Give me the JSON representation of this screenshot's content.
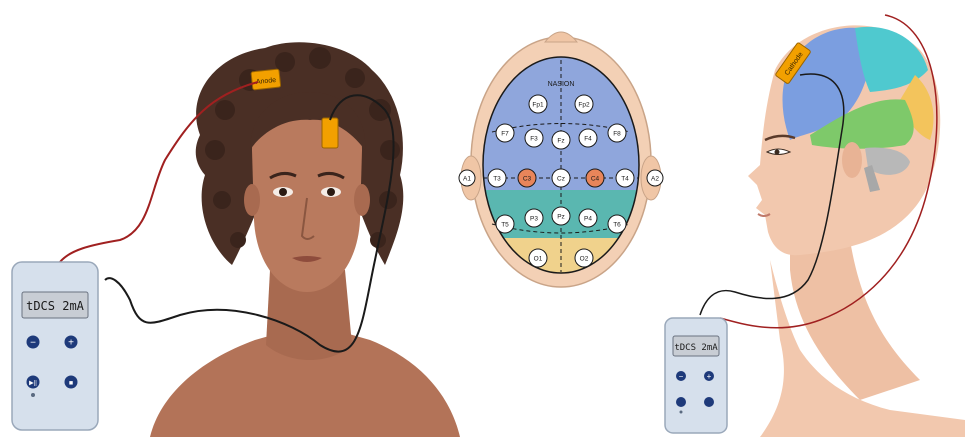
{
  "electrodes": {
    "anode_label": "Anode",
    "cathode_label": "Cathode"
  },
  "device_left": {
    "display_text": "tDCS 2mA",
    "minus_symbol": "−",
    "plus_symbol": "+",
    "button3_symbol": "▶||",
    "button4_symbol": "■"
  },
  "device_right": {
    "display_text": "tDCS 2mA",
    "minus_symbol": "−",
    "plus_symbol": "+"
  },
  "eeg_map": {
    "nasion_label": "NASION",
    "sites": [
      {
        "label": "Fp1",
        "active": false
      },
      {
        "label": "Fp2",
        "active": false
      },
      {
        "label": "F7",
        "active": false
      },
      {
        "label": "F3",
        "active": false
      },
      {
        "label": "Fz",
        "active": false
      },
      {
        "label": "F4",
        "active": false
      },
      {
        "label": "F8",
        "active": false
      },
      {
        "label": "A1",
        "active": false
      },
      {
        "label": "T3",
        "active": false
      },
      {
        "label": "C3",
        "active": true
      },
      {
        "label": "Cz",
        "active": false
      },
      {
        "label": "C4",
        "active": true
      },
      {
        "label": "T4",
        "active": false
      },
      {
        "label": "A2",
        "active": false
      },
      {
        "label": "T5",
        "active": false
      },
      {
        "label": "P3",
        "active": false
      },
      {
        "label": "Pz",
        "active": false
      },
      {
        "label": "P4",
        "active": false
      },
      {
        "label": "T6",
        "active": false
      },
      {
        "label": "O1",
        "active": false
      },
      {
        "label": "O2",
        "active": false
      }
    ]
  },
  "colors": {
    "skin_left": "#b97a5e",
    "skin_right": "#f2c8ae",
    "hair": "#4a2f25",
    "pad": "#f2a000",
    "wire_red": "#a02020",
    "wire_black": "#1a1a1a",
    "device_body": "#d6e0ec",
    "lcd": "#c8cdd4",
    "button": "#1e3a7a",
    "frontal": "#8fa6dc",
    "parietal_teal": "#5ab7b0",
    "occipital": "#f0d28c",
    "active_site": "#e8855a",
    "brain_blue": "#7b9ee0",
    "brain_cyan": "#4fc9cf",
    "brain_green": "#7ec96a",
    "brain_orange": "#f3c45c",
    "brain_gray": "#b8b8b8"
  }
}
